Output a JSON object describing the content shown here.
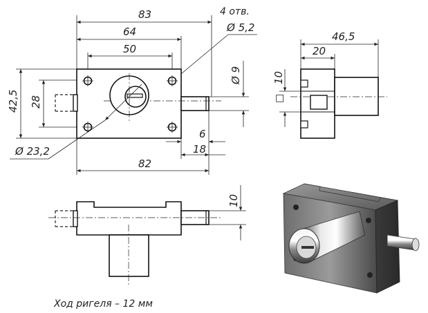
{
  "front_view": {
    "dim_83": "83",
    "dim_64": "64",
    "dim_50": "50",
    "holes_note": "4 отв.",
    "dim_hole_dia": "Ø 5,2",
    "dim_height": "42,5",
    "dim_28": "28",
    "dim_bolt_dia": "Ø 9",
    "dim_6": "6",
    "dim_18": "18",
    "dim_cyl_dia": "Ø 23,2",
    "dim_82": "82"
  },
  "side_view": {
    "dim_46_5": "46,5",
    "dim_20": "20",
    "dim_10": "10",
    "square_symbol": "□"
  },
  "top_view": {
    "dim_10": "10"
  },
  "caption": "Ход ригеля – 12 мм",
  "colors": {
    "line": "#222222",
    "metal_light": "#d8d8d8",
    "metal_dark": "#3a3a3a"
  }
}
